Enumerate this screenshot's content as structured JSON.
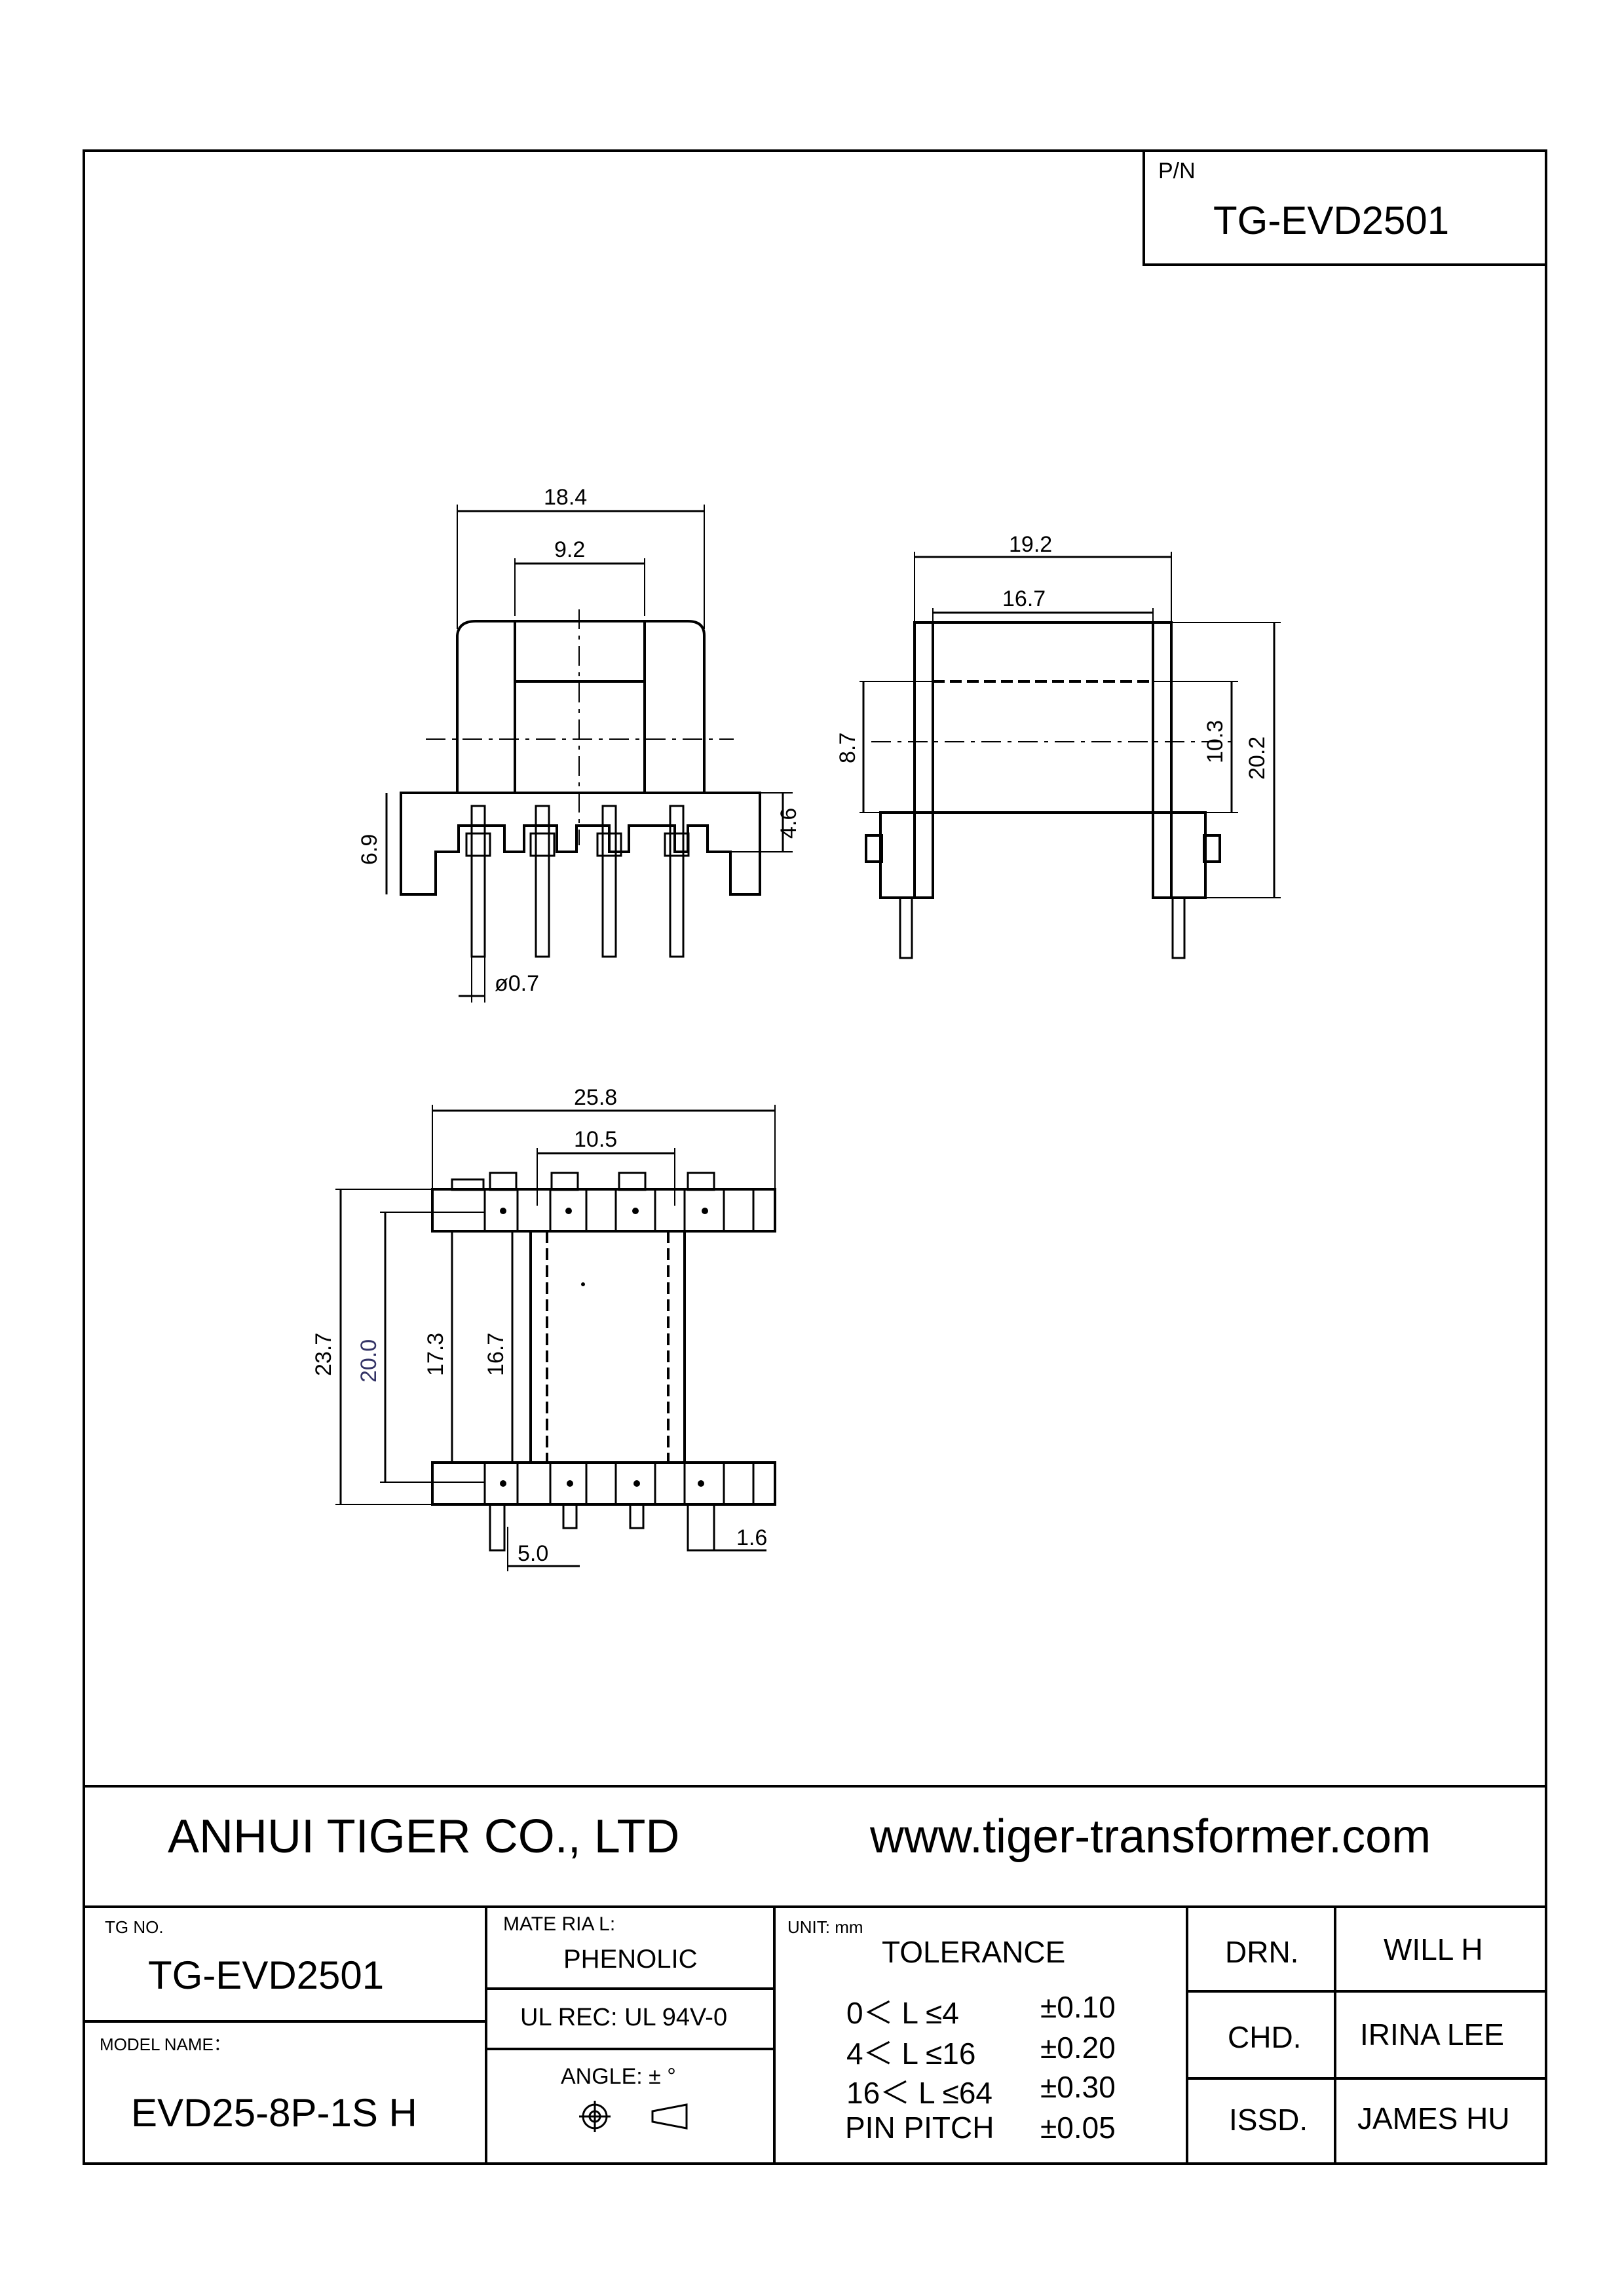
{
  "part_number": {
    "label": "P/N",
    "value": "TG-EVD2501"
  },
  "drawing": {
    "front_view": {
      "dim_top_outer": "18.4",
      "dim_top_inner": "9.2",
      "dim_left": "6.9",
      "dim_right": "4.6",
      "dim_pin": "ø0.7"
    },
    "side_view": {
      "dim_top_outer": "19.2",
      "dim_top_inner": "16.7",
      "dim_left": "8.7",
      "dim_right_inner": "10.3",
      "dim_right_outer": "20.2"
    },
    "bottom_view": {
      "dim_top_outer": "25.8",
      "dim_top_inner": "10.5",
      "dim_v1": "23.7",
      "dim_v2": "20.0",
      "dim_v3": "17.3",
      "dim_v4": "16.7",
      "dim_pitch": "5.0",
      "dim_pin": "1.6"
    }
  },
  "title_block": {
    "company": "ANHUI TIGER CO., LTD",
    "website": "www.tiger-transformer.com",
    "tg_no_label": "TG NO.",
    "tg_no_value": "TG-EVD2501",
    "model_label": "MODEL NAME：",
    "model_value": "EVD25-8P-1S H",
    "material_label": "MATE RIA L:",
    "material_value": "PHENOLIC",
    "ul_rec": "UL REC:  UL 94V-0",
    "angle_label": "ANGLE:   ±  °",
    "unit_label": "UNIT:  mm",
    "tolerance_title": "TOLERANCE",
    "tolerance_rows": [
      {
        "range": "0＜ L ≤4",
        "value": "±0.10"
      },
      {
        "range": "4＜ L ≤16",
        "value": "±0.20"
      },
      {
        "range": "16＜ L ≤64",
        "value": "±0.30"
      },
      {
        "range": "PIN PITCH",
        "value": "±0.05"
      }
    ],
    "drn_label": "DRN.",
    "drn_value": "WILL H",
    "chd_label": "CHD.",
    "chd_value": "IRINA LEE",
    "issd_label": "ISSD.",
    "issd_value": "JAMES HU"
  }
}
